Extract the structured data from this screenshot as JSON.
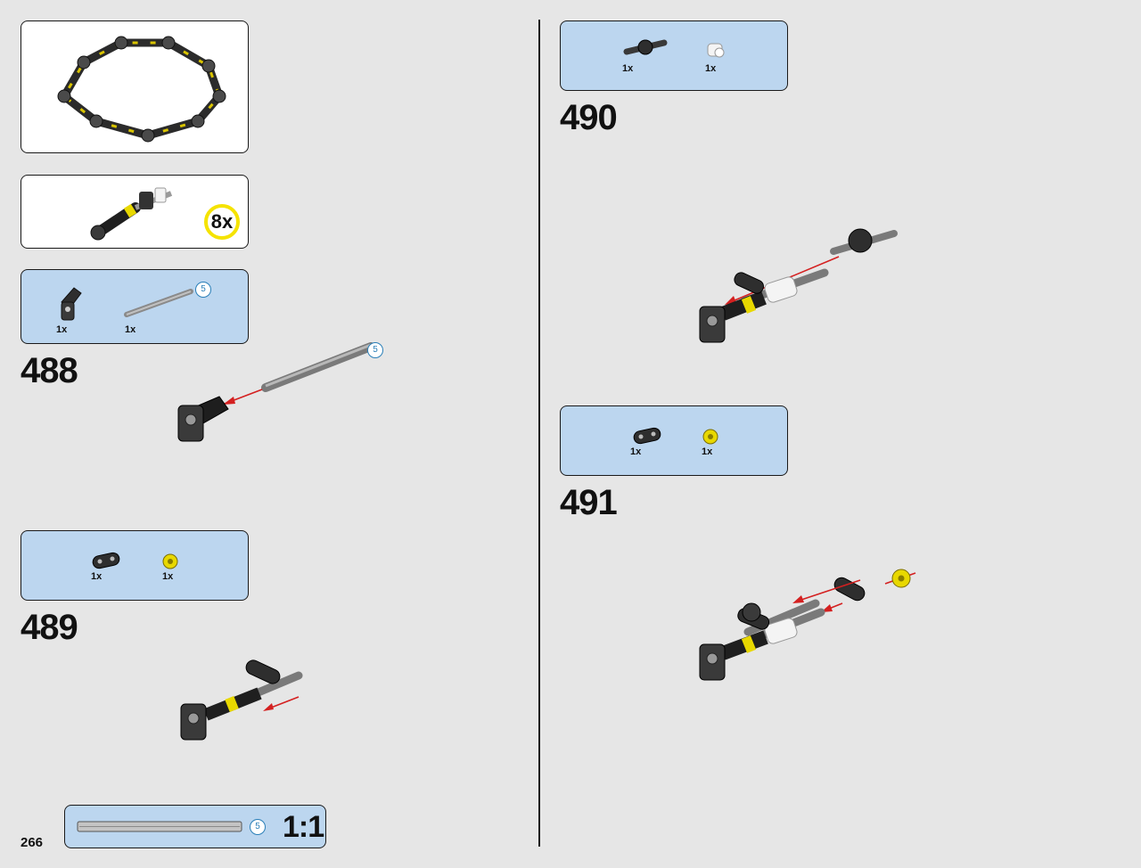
{
  "page_number": "266",
  "submodel": {
    "multiplier": "8x"
  },
  "steps": [
    {
      "number": "488",
      "parts": [
        {
          "qty": "1x",
          "icon": "angle-connector-icon"
        },
        {
          "qty": "1x",
          "icon": "axle-5-icon",
          "length": "5"
        }
      ],
      "axle_length": "5"
    },
    {
      "number": "489",
      "parts": [
        {
          "qty": "1x",
          "icon": "liftarm-2-icon"
        },
        {
          "qty": "1x",
          "icon": "yellow-bush-icon"
        }
      ]
    },
    {
      "number": "490",
      "parts": [
        {
          "qty": "1x",
          "icon": "axle-connector-icon"
        },
        {
          "qty": "1x",
          "icon": "white-pipe-icon"
        }
      ]
    },
    {
      "number": "491",
      "parts": [
        {
          "qty": "1x",
          "icon": "liftarm-2-icon"
        },
        {
          "qty": "1x",
          "icon": "yellow-bush-icon"
        }
      ]
    }
  ],
  "scale_reference": {
    "length": "5",
    "label": "1:1"
  },
  "colors": {
    "callout_blue": "#bcd6ef",
    "arrow_red": "#d42020",
    "badge_blue": "#2a7fb8",
    "multiplier_yellow": "#f5e300"
  }
}
